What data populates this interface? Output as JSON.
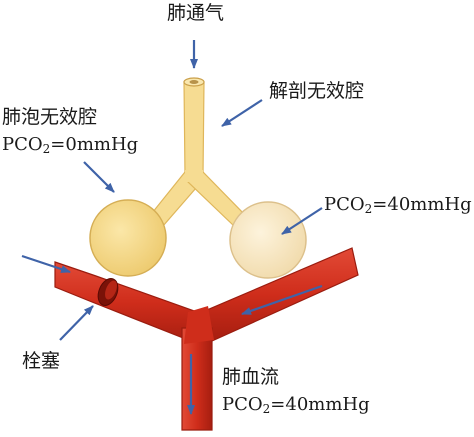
{
  "labels": {
    "ventilation": "肺通气",
    "anatomical_dead_space": "解剖无效腔",
    "alveolar_dead_space": "肺泡无效腔",
    "left_alveolus_pco2_prefix": "PCO",
    "left_alveolus_pco2_sub": "2",
    "left_alveolus_pco2_suffix": "=0mmHg",
    "right_alveolus_pco2_prefix": "PCO",
    "right_alveolus_pco2_sub": "2",
    "right_alveolus_pco2_suffix": "=40mmHg",
    "embolus": "栓塞",
    "pulmonary_blood_flow": "肺血流",
    "blood_pco2_prefix": "PCO",
    "blood_pco2_sub": "2",
    "blood_pco2_suffix": "=40mmHg"
  },
  "colors": {
    "airway": "#f6dc92",
    "airway_outline": "#dfb65a",
    "left_alveolus": "#f7dd8e",
    "right_alveolus": "#fbeccc",
    "vessel": "#d6311f",
    "vessel_dark": "#a81f12",
    "arrow": "#3f63a8"
  }
}
